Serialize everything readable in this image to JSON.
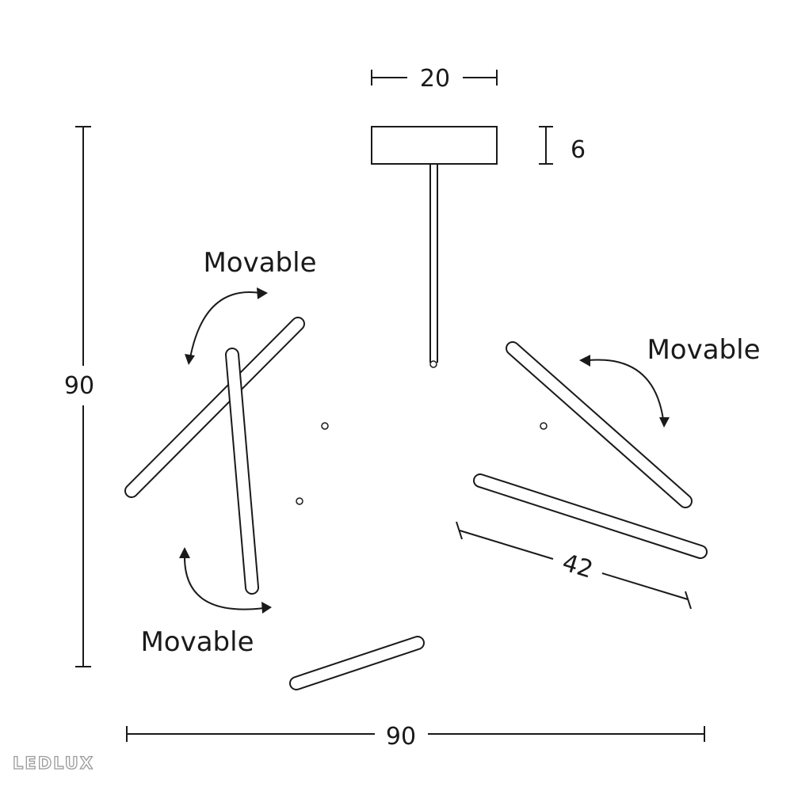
{
  "dimensions": {
    "canopy_width": "20",
    "canopy_height": "6",
    "total_height": "90",
    "total_width": "90",
    "rod_length": "42"
  },
  "labels": {
    "movable_top_left": "Movable",
    "movable_right": "Movable",
    "movable_bottom_left": "Movable"
  },
  "logo": {
    "text": "LEDLUX"
  }
}
